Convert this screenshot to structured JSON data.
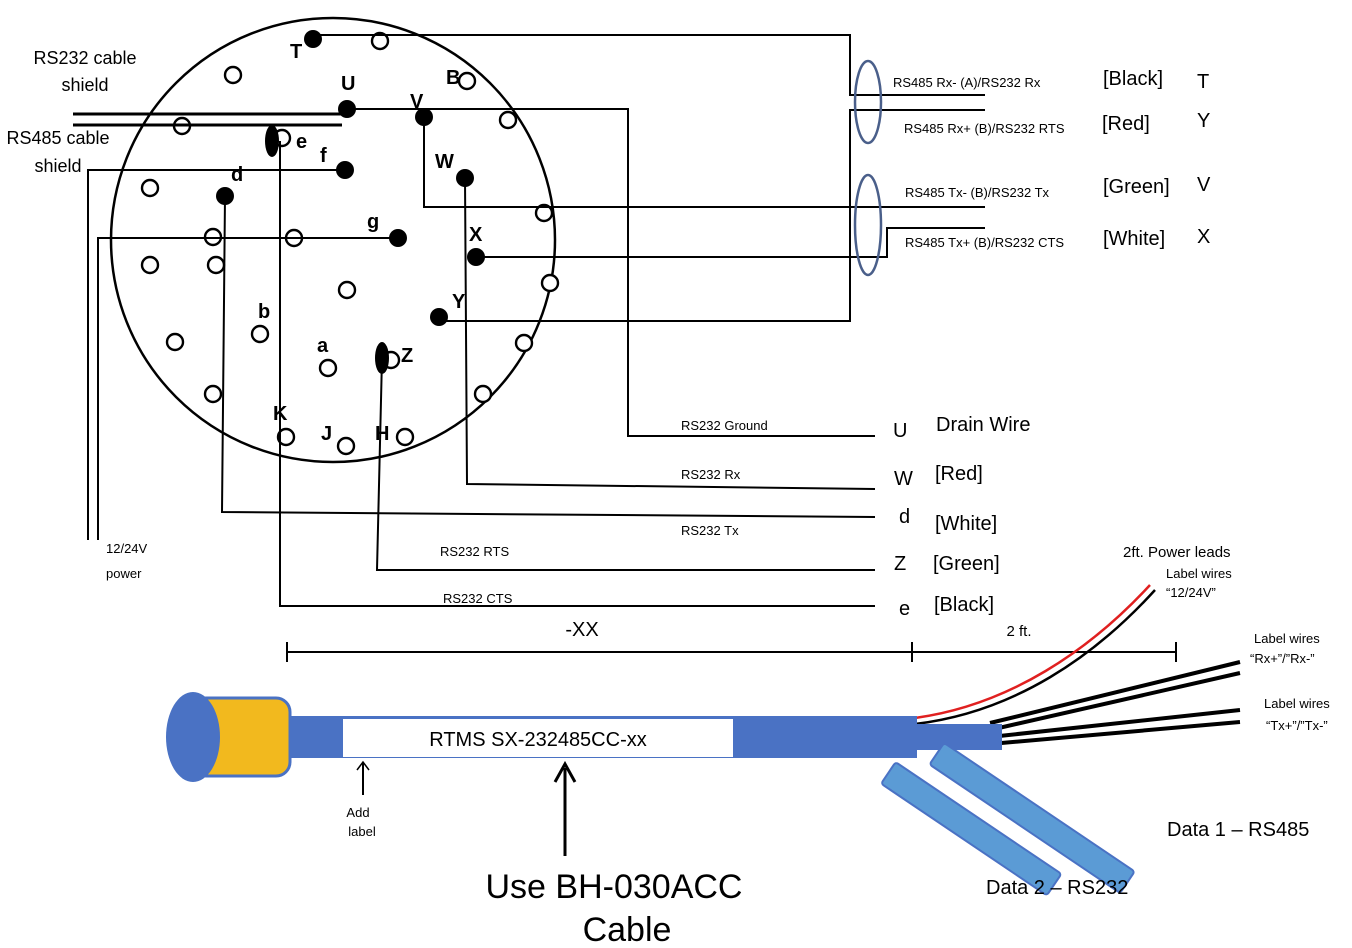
{
  "connector": {
    "pins": [
      "T",
      "U",
      "B",
      "V",
      "e",
      "f",
      "W",
      "d",
      "g",
      "X",
      "Y",
      "b",
      "a",
      "Z",
      "K",
      "J",
      "H"
    ]
  },
  "left_labels": {
    "rs232_shield": [
      "RS232 cable",
      "shield"
    ],
    "rs485_shield": [
      "RS485 cable",
      "shield"
    ],
    "power": [
      "12/24V",
      "power"
    ]
  },
  "rs485_group": [
    {
      "signal": "RS485 Rx- (A)/RS232 Rx",
      "color": "[Black]",
      "pin": "T"
    },
    {
      "signal": "RS485 Rx+ (B)/RS232 RTS",
      "color": "[Red]",
      "pin": "Y"
    },
    {
      "signal": "RS485 Tx- (B)/RS232 Tx",
      "color": "[Green]",
      "pin": "V"
    },
    {
      "signal": "RS485 Tx+ (B)/RS232 CTS",
      "color": "[White]",
      "pin": "X"
    }
  ],
  "rs232_group": [
    {
      "signal": "RS232 Ground",
      "pin": "U",
      "color": "Drain Wire"
    },
    {
      "signal": "RS232 Rx",
      "pin": "W",
      "color": "[Red]"
    },
    {
      "signal": "RS232 Tx",
      "pin": "d",
      "color": "[White]"
    },
    {
      "signal": "RS232 RTS",
      "pin": "Z",
      "color": "[Green]"
    },
    {
      "signal": "RS232 CTS",
      "pin": "e",
      "color": "[Black]"
    }
  ],
  "cable": {
    "length_label": "-XX",
    "leads_length": "2 ft.",
    "power_leads": "2ft. Power leads",
    "power_label": [
      "Label wires",
      "“12/24V”"
    ],
    "rx_label": [
      "Label wires",
      "“Rx+”/”Rx-”"
    ],
    "tx_label": [
      "Label wires",
      "“Tx+”/”Tx-”"
    ],
    "part_number": "RTMS SX-232485CC-xx",
    "add_label": [
      "Add",
      "label"
    ],
    "data1": "Data 1 – RS485",
    "data2": "Data 2 – RS232",
    "use_cable": [
      "Use BH-030ACC",
      "Cable"
    ]
  },
  "colors": {
    "cable_blue": "#4a72c4",
    "cable_light_blue": "#5b9bd5",
    "connector_yellow": "#f2b91e",
    "ferrite_outline": "#4a5f8a",
    "power_red": "#e02020"
  }
}
